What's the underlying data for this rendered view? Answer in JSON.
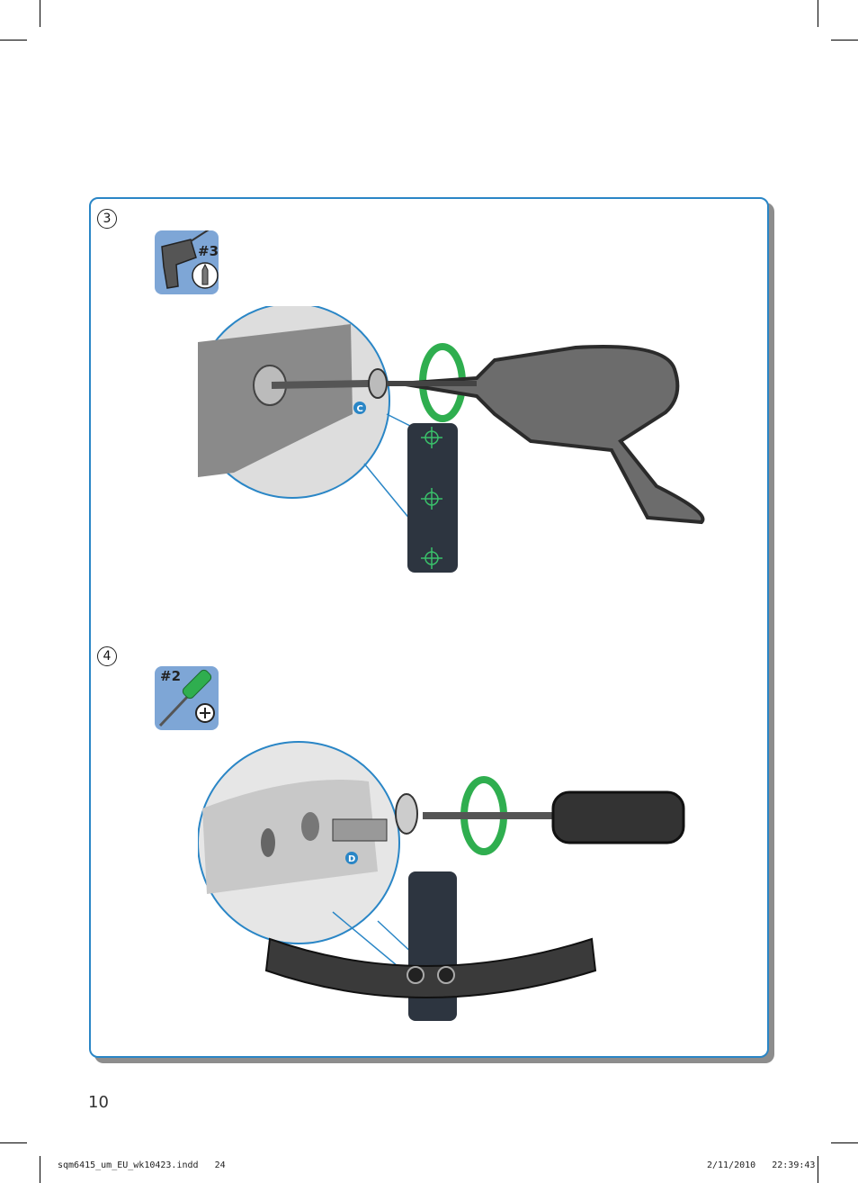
{
  "steps": [
    {
      "number": "3",
      "tool_label": "#3",
      "callout_letter": "C"
    },
    {
      "number": "4",
      "tool_label": "#2",
      "callout_letter": "D"
    }
  ],
  "page_number": "10",
  "slug": {
    "file_info": "sqm6415_um_EU_wk10423.indd   24",
    "date_time": "2/11/2010   22:39:43"
  },
  "colors": {
    "panel_border": "#2a86c6",
    "tool_box": "#7ea6d6",
    "arrow_green": "#2fae4f",
    "mount_dark": "#2d3540"
  }
}
